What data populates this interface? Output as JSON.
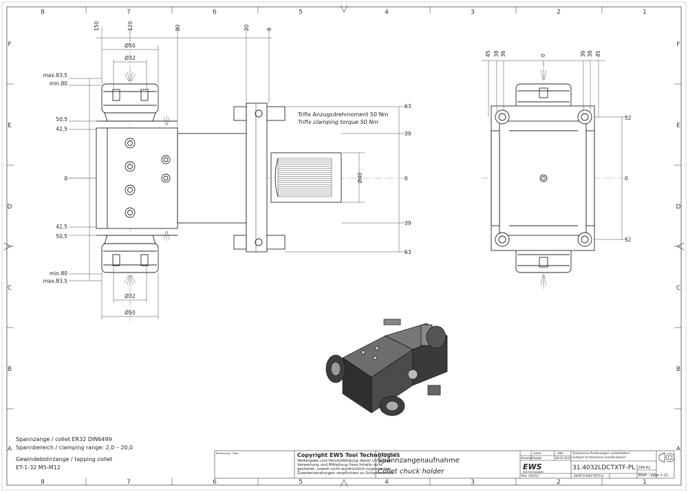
{
  "ruler": {
    "columns": [
      "8",
      "7",
      "6",
      "5",
      "4",
      "3",
      "2",
      "1"
    ],
    "rows": [
      "F",
      "E",
      "D",
      "C",
      "B",
      "A"
    ]
  },
  "torque": {
    "de": "Trifix Anzugsdrehmoment  50 Nm",
    "en": "Trifix clamping torque  50 Nm"
  },
  "dims": {
    "d50": "Ø50",
    "d32": "Ø32",
    "d40": "Ø40",
    "max835": "max.83,5",
    "min80": "min.80",
    "v505": "50,5",
    "v425": "42,5",
    "zero": "0",
    "top150": "150",
    "top120": "120",
    "top80": "80",
    "top20": "20",
    "r63": "63",
    "r39": "39",
    "side45": "45",
    "side38": "38",
    "side36": "36",
    "side52": "52"
  },
  "notes": {
    "line1": "Spannzange / collet   ER32   DIN6499",
    "line2": "Spannbereich / clamping range: 2,0 – 20,0",
    "line3": "Gewindebohrzange / tapping collet",
    "line4": "ET-1-32   M5-M12"
  },
  "titleblock": {
    "remarks": "Bemerkung – Note",
    "copyright_title": "Copyright EWS Tool Technologies",
    "copyright_body": [
      "Weitergabe und Vervielfältigung dieser Unterlage,",
      "Verwertung und Mitteilung ihres Inhalts nicht",
      "gestattet, soweit nicht ausdrücklich zugestanden.",
      "Zuwiderhandlungen verpflichten zu Schadenersatz."
    ],
    "title_label": "Benennung – Title",
    "title_de": "Spannzangenaufnahme",
    "title_en": "Collet chuck holder",
    "drawing": "drawing",
    "name": "Ruigler",
    "name_h": "name",
    "date_h": "date",
    "date": "28.02.2012",
    "logo": "EWS",
    "logo_sub": "Tool Technologies",
    "changes_de": "Technische Änderungen vorbehalten!",
    "changes_en": "Subject to technical modifications!",
    "part_no": "31.4032LDCTXTF-PL",
    "mat": "Mat. 505011",
    "ident": "IDENT-D-EWS-TR5514 -",
    "format": "DIN A2",
    "sheet": "Blatt – page  1 (1)"
  }
}
